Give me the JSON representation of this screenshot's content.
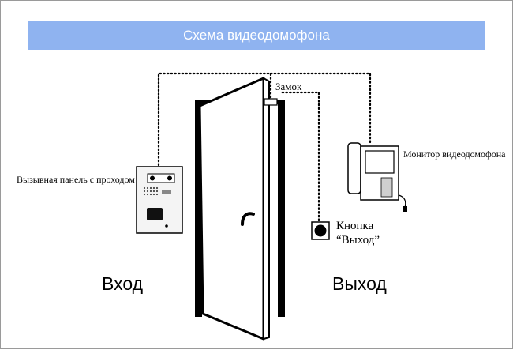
{
  "title": "Схема видеодомофона",
  "labels": {
    "lock": "Замок",
    "call_panel": "Вызывная панель с проходом",
    "monitor": "Монитор видеодомофона",
    "exit_button_line1": "Кнопка",
    "exit_button_line2": "“Выход”",
    "entrance": "Вход",
    "exit": "Выход"
  },
  "colors": {
    "title_bar": "#8fb3f0",
    "line": "#000000"
  }
}
